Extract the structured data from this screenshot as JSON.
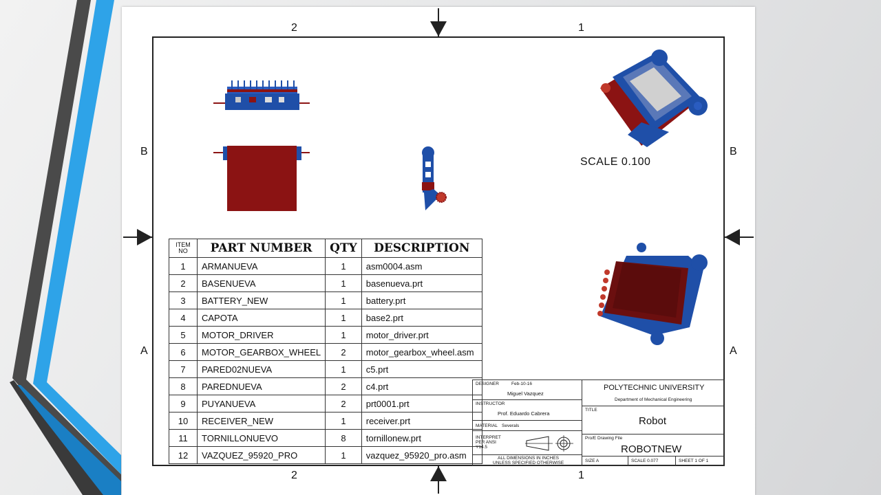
{
  "drawing": {
    "zones_top": [
      "2",
      "1"
    ],
    "zones_bottom": [
      "2",
      "1"
    ],
    "zones_left": [
      "B",
      "A"
    ],
    "zones_right": [
      "B",
      "A"
    ],
    "scale_label": "SCALE  0.100"
  },
  "bom": {
    "headers": {
      "item": "ITEM NO",
      "part": "PART NUMBER",
      "qty": "QTY",
      "desc": "DESCRIPTION"
    },
    "rows": [
      {
        "item": "1",
        "part": "ARMANUEVA",
        "qty": "1",
        "desc": "asm0004.asm"
      },
      {
        "item": "2",
        "part": "BASENUEVA",
        "qty": "1",
        "desc": "basenueva.prt"
      },
      {
        "item": "3",
        "part": "BATTERY_NEW",
        "qty": "1",
        "desc": "battery.prt"
      },
      {
        "item": "4",
        "part": "CAPOTA",
        "qty": "1",
        "desc": "base2.prt"
      },
      {
        "item": "5",
        "part": "MOTOR_DRIVER",
        "qty": "1",
        "desc": "motor_driver.prt"
      },
      {
        "item": "6",
        "part": "MOTOR_GEARBOX_WHEEL",
        "qty": "2",
        "desc": "motor_gearbox_wheel.asm"
      },
      {
        "item": "7",
        "part": "PARED02NUEVA",
        "qty": "1",
        "desc": "c5.prt"
      },
      {
        "item": "8",
        "part": "PAREDNUEVA",
        "qty": "2",
        "desc": "c4.prt"
      },
      {
        "item": "9",
        "part": "PUYANUEVA",
        "qty": "2",
        "desc": "prt0001.prt"
      },
      {
        "item": "10",
        "part": "RECEIVER_NEW",
        "qty": "1",
        "desc": "receiver.prt"
      },
      {
        "item": "11",
        "part": "TORNILLONUEVO",
        "qty": "8",
        "desc": "tornillonew.prt"
      },
      {
        "item": "12",
        "part": "VAZQUEZ_95920_PRO",
        "qty": "1",
        "desc": "vazquez_95920_pro.asm"
      }
    ]
  },
  "title_block": {
    "designer_label": "DESIGNER",
    "date": "Feb-10-16",
    "designer": "Miguel Vazquez",
    "instructor_label": "INSTRUCTOR",
    "instructor": "Prof. Eduardo Cabrera",
    "material_label": "MATERIAL",
    "material": "Severals",
    "interpret": "INTERPRET PER ANSI Y14.5",
    "dims_note_1": "ALL DIMENSIONS IN INCHES",
    "dims_note_2": "UNLESS SPECIFIED OTHERWISE",
    "university": "POLYTECHNIC UNIVERSITY",
    "department": "Department of Mechanical Engineering",
    "title_label": "TITLE",
    "title": "Robot",
    "file_label": "Pro/E Drawing File",
    "file": "ROBOTNEW",
    "size": "SIZE A",
    "scale": "SCALE 0.077",
    "sheet": "SHEET 1 OF 1"
  },
  "colors": {
    "accent_blue": "#2ea3e8",
    "dark_stripe": "#4a4a4a",
    "part_red": "#8b1313",
    "part_blue": "#1f4fa8"
  }
}
